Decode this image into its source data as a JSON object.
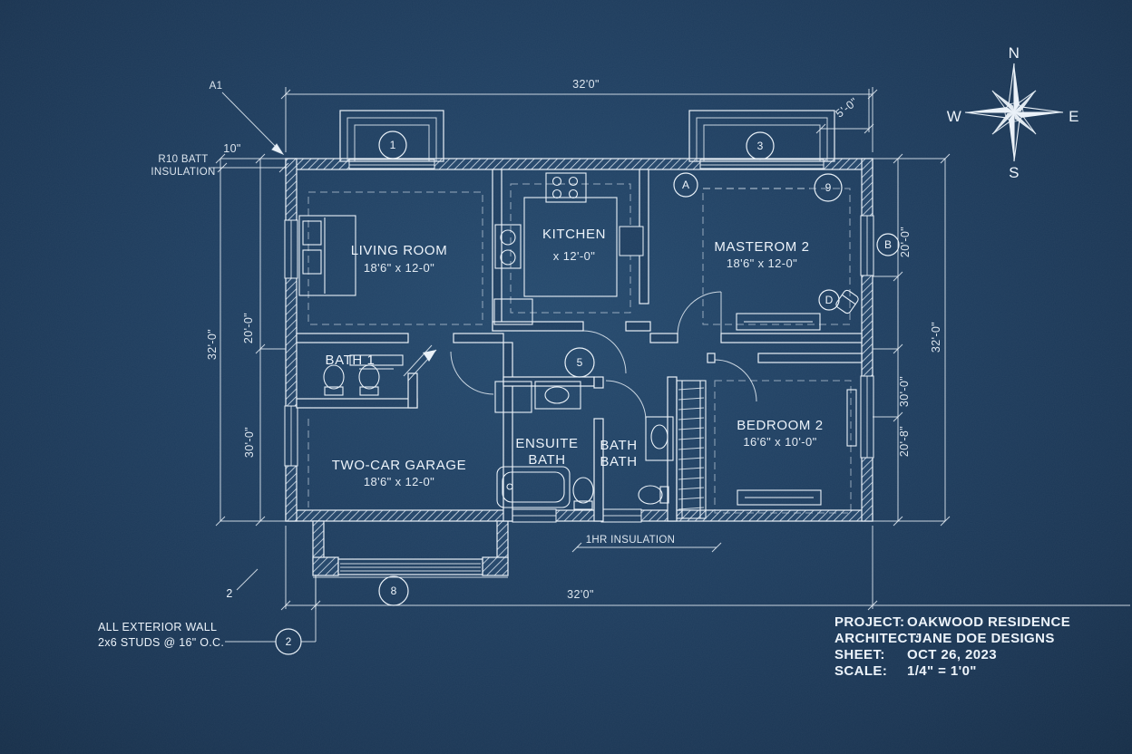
{
  "colors": {
    "background": "#1f3f61",
    "ink": "#ecf3fa"
  },
  "compass": {
    "north": "N",
    "east": "E",
    "south": "S",
    "west": "W"
  },
  "rooms": {
    "living": {
      "name": "LIVING ROOM",
      "dims": "18'6\" x 12-0\""
    },
    "kitchen": {
      "name": "KITCHEN",
      "dims": "x 12'-0\""
    },
    "master": {
      "name": "MASTEROM 2",
      "dims": "18'6\" x 12-0\""
    },
    "bath1": {
      "name": "BATH 1"
    },
    "garage": {
      "name": "TWO-CAR GARAGE",
      "dims": "18'6\" x 12-0\""
    },
    "ensuite": {
      "line1": "ENSUITE",
      "line2": "BATH"
    },
    "bath2": {
      "line1": "BATH",
      "line2": "BATH"
    },
    "bedroom2": {
      "name": "BEDROOM 2",
      "dims": "16'6\" x 10'-0\""
    }
  },
  "dimensions": {
    "top": "32'0\"",
    "wall": "10\"",
    "bay": "5'-0\"",
    "left_outer": "32'-0\"",
    "left_upper": "20'-0\"",
    "left_lower": "30'-0\"",
    "right_upper": "20'-0\"",
    "right_outer": "32'-0\"",
    "right_mid": "30'-0\"",
    "right_lower": "20'-8\"",
    "bottom": "32'0\""
  },
  "notes": {
    "insulation_line1": "R10 BATT",
    "insulation_line2": "INSULATION",
    "detail_top": "A1",
    "wall_note_line1": "ALL EXTERIOR WALL",
    "wall_note_line2": "2x6 STUDS @ 16\" O.C.",
    "detail_bottom": "2",
    "floor_note": "1HR INSULATION"
  },
  "tags": {
    "bay_left": "1",
    "bay_right": "3",
    "master_a": "A",
    "master_b": "9",
    "window_b": "B",
    "hall": "5",
    "garage_door": "8",
    "wall_ref": "2",
    "chair": "D"
  },
  "title_block": {
    "project_label": "PROJECT:",
    "project_value": "OAKWOOD RESIDENCE",
    "architect_label": "ARCHITECT:",
    "architect_value": "JANE DOE DESIGNS",
    "sheet_label": "SHEET:",
    "sheet_value": "OCT 26, 2023",
    "scale_label": "SCALE:",
    "scale_value": "1/4\" = 1'0\""
  }
}
